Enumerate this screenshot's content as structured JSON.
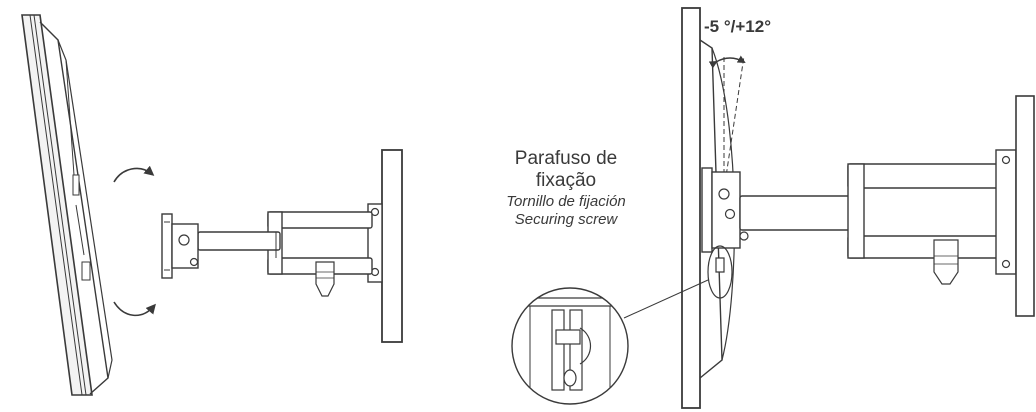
{
  "angle": {
    "label": "-5 °/+12°"
  },
  "screw": {
    "label_pt_line1": "Parafuso de",
    "label_pt_line2": "fixação",
    "label_es": "Tornillo de fijación",
    "label_en": "Securing screw"
  },
  "colors": {
    "stroke": "#3a3a3a",
    "panel_fill": "#dcdcdc",
    "arm_fill": "#f7f7f7",
    "background": "#ffffff"
  },
  "icons": {
    "rotate_top": "curved-arrow-clockwise-icon",
    "rotate_bottom": "curved-arrow-counterclockwise-icon"
  }
}
